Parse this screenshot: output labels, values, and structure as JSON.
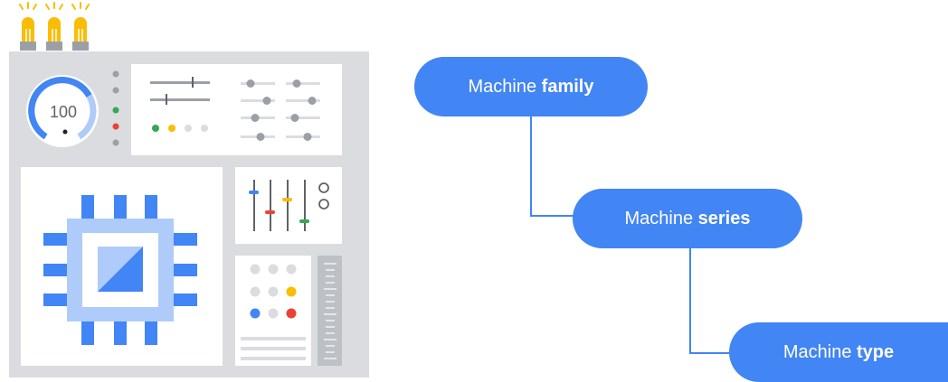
{
  "colors": {
    "blue": "#4285f4",
    "light_blue": "#aecbfa",
    "panel_gray": "#dadce0",
    "white": "#ffffff",
    "dark_gray": "#5f6368",
    "mid_gray": "#9aa0a6",
    "green": "#34a853",
    "yellow": "#fbbc04",
    "red": "#ea4335"
  },
  "illustration": {
    "gauge_value": "100",
    "icons": [
      "lightbulb-icon",
      "gauge-icon",
      "cpu-chip-icon",
      "slider-icon",
      "toggle-icon",
      "status-dot-icon"
    ]
  },
  "hierarchy": [
    {
      "prefix": "Machine",
      "term": "family"
    },
    {
      "prefix": "Machine",
      "term": "series"
    },
    {
      "prefix": "Machine",
      "term": "type"
    }
  ]
}
